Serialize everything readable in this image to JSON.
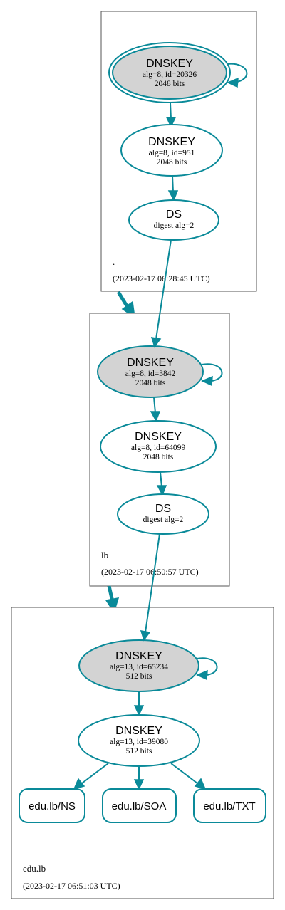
{
  "colors": {
    "edge": "#0a8a99",
    "ksk_fill": "#d3d3d3",
    "zone_border": "#555555"
  },
  "zones": {
    "root": {
      "name": ".",
      "timestamp": "(2023-02-17 06:28:45 UTC)",
      "ksk": {
        "title": "DNSKEY",
        "line1": "alg=8, id=20326",
        "line2": "2048 bits"
      },
      "zsk": {
        "title": "DNSKEY",
        "line1": "alg=8, id=951",
        "line2": "2048 bits"
      },
      "ds": {
        "title": "DS",
        "line1": "digest alg=2"
      }
    },
    "lb": {
      "name": "lb",
      "timestamp": "(2023-02-17 06:50:57 UTC)",
      "ksk": {
        "title": "DNSKEY",
        "line1": "alg=8, id=3842",
        "line2": "2048 bits"
      },
      "zsk": {
        "title": "DNSKEY",
        "line1": "alg=8, id=64099",
        "line2": "2048 bits"
      },
      "ds": {
        "title": "DS",
        "line1": "digest alg=2"
      }
    },
    "edu_lb": {
      "name": "edu.lb",
      "timestamp": "(2023-02-17 06:51:03 UTC)",
      "ksk": {
        "title": "DNSKEY",
        "line1": "alg=13, id=65234",
        "line2": "512 bits"
      },
      "zsk": {
        "title": "DNSKEY",
        "line1": "alg=13, id=39080",
        "line2": "512 bits"
      },
      "rrsets": [
        "edu.lb/NS",
        "edu.lb/SOA",
        "edu.lb/TXT"
      ]
    }
  }
}
